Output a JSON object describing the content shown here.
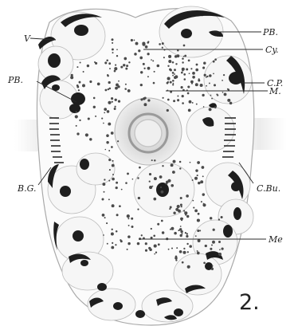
{
  "figure": {
    "number": "2.",
    "labels": {
      "v": "V",
      "pb_right": "PB.",
      "cy": "Cy.",
      "cp": "C.P.",
      "pb_left": "PB.",
      "m": "M.",
      "bg": "B.G.",
      "cbu": "C.Bu.",
      "me": "Me"
    }
  },
  "colors": {
    "ink": "#1e1e1e",
    "stipple": "#4a4a4a",
    "body_outline": "#9a9a9a",
    "cell_fill": "#f4f4f4"
  }
}
